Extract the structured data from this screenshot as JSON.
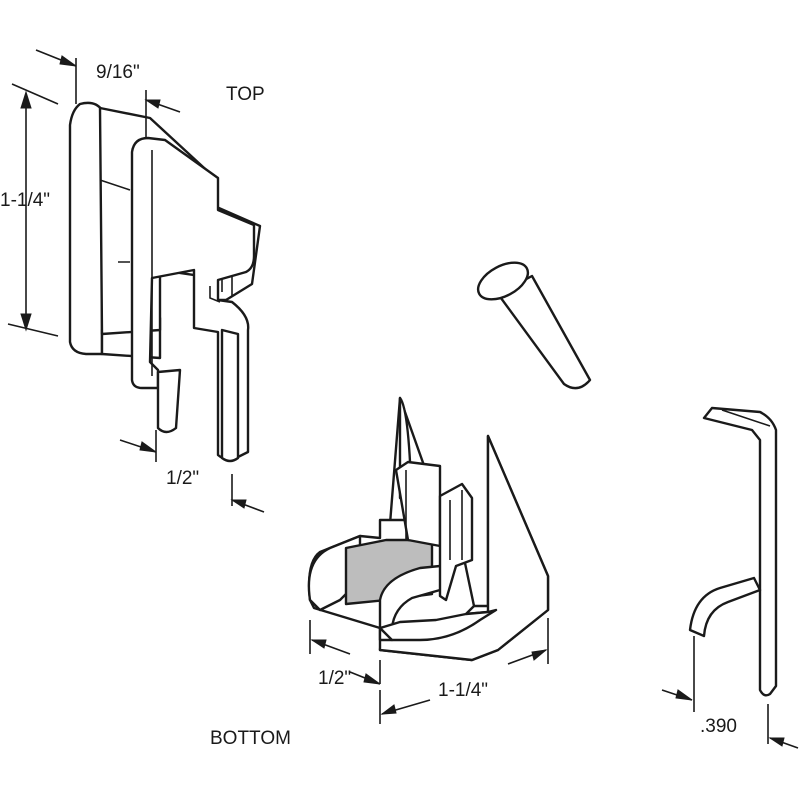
{
  "labels": {
    "top": "TOP",
    "bottom": "BOTTOM"
  },
  "dimensions": {
    "top_width": "9/16\"",
    "top_height": "1-1/4\"",
    "top_leg_spacing": "1/2\"",
    "bottom_depth": "1/2\"",
    "bottom_length": "1-1/4\"",
    "clip_width": ".390"
  },
  "colors": {
    "line": "#1a1a1a",
    "shade": "#bdbdbd",
    "background": "#ffffff"
  }
}
